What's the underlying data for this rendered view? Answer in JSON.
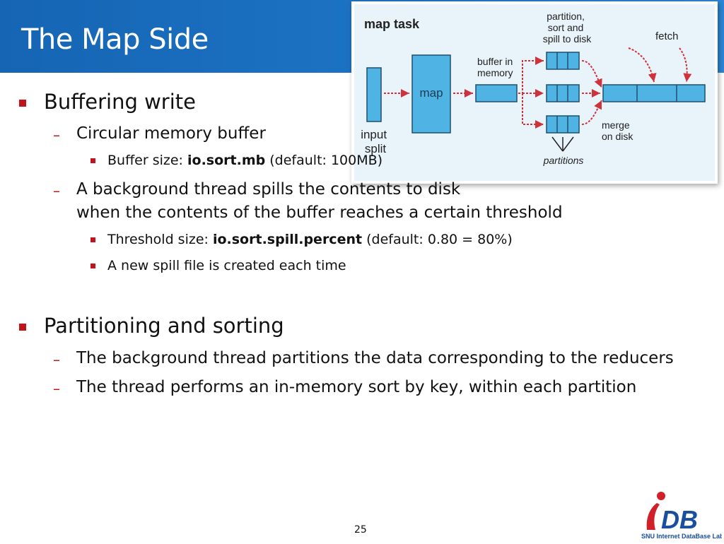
{
  "slide": {
    "title": "The Map Side",
    "page_number": "25"
  },
  "bullets": {
    "buffering": {
      "heading": "Buffering write",
      "circular": "Circular memory buffer",
      "buffer_size_prefix": "Buffer size: ",
      "buffer_size_key": "io.sort.mb",
      "buffer_size_suffix": " (default: 100MB)",
      "spill_line1": "A background thread spills the contents to disk",
      "spill_line2": "when the contents of the buffer reaches a certain threshold",
      "threshold_prefix": "Threshold size: ",
      "threshold_key": "io.sort.spill.percent",
      "threshold_suffix": " (default: 0.80 = 80%)",
      "new_spill": "A new spill file is created each time"
    },
    "partitioning": {
      "heading": "Partitioning and sorting",
      "line1": "The background thread partitions the data corresponding to the reducers",
      "line2": "The thread performs an in-memory sort by key, within each partition"
    }
  },
  "diagram": {
    "map_task": "map task",
    "partition_sort_spill": [
      "partition,",
      "sort and",
      "spill to disk"
    ],
    "fetch": "fetch",
    "buffer_in_memory": [
      "buffer in",
      "memory"
    ],
    "map": "map",
    "input_split": [
      "input",
      "split"
    ],
    "merge_on_disk": [
      "merge",
      "on disk"
    ],
    "partitions": "partitions"
  },
  "logo": {
    "text": "SNU Internet DataBase Lab.",
    "mark": "iDB"
  },
  "colors": {
    "title_bar": "#1a6fc0",
    "bullet_red": "#c0141c",
    "diagram_bg": "#e9f3fa",
    "box_fill": "#4fb3e3",
    "arrow_red": "#d0323c"
  }
}
